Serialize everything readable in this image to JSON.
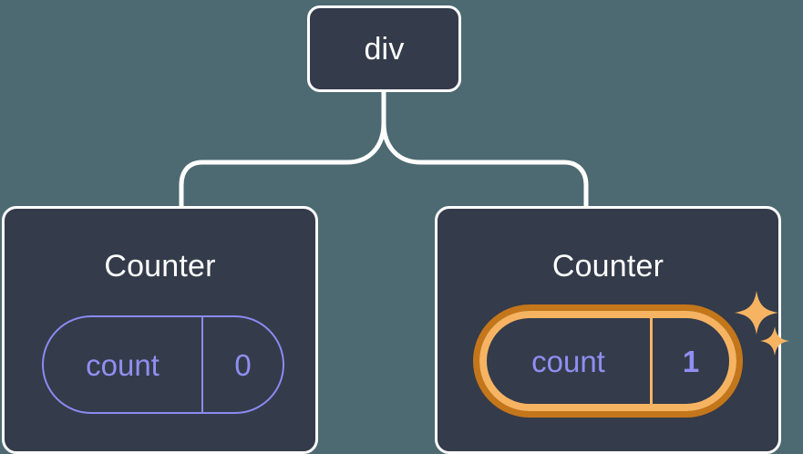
{
  "diagram": {
    "type": "component-tree",
    "background_color": "#4d6a72",
    "node_fill": "#343b4a",
    "node_border": "#ffffff",
    "accent_state": "#8f8ff2",
    "accent_highlight_outer": "#c4761a",
    "accent_highlight_inner": "#f6b462",
    "root": {
      "label": "div"
    },
    "children": [
      {
        "title": "Counter",
        "state": {
          "key": "count",
          "value": "0"
        },
        "highlighted": false
      },
      {
        "title": "Counter",
        "state": {
          "key": "count",
          "value": "1"
        },
        "highlighted": true,
        "sparkles": [
          "sparkle-large",
          "sparkle-small"
        ]
      }
    ]
  }
}
